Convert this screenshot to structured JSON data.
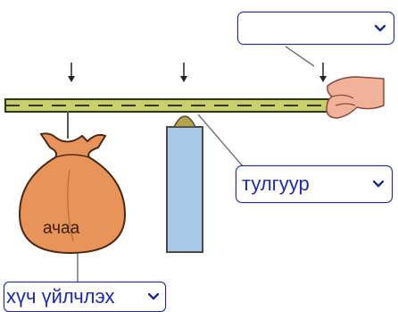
{
  "dropdowns": {
    "top": {
      "value": ""
    },
    "fulcrum": {
      "value": "тулгуур"
    },
    "force": {
      "value": "хүч үйлчлэх"
    }
  },
  "labels": {
    "load": "ачаа"
  },
  "icons": {
    "arrow": "down-arrow-icon",
    "chevron": "chevron-down-icon"
  },
  "colors": {
    "lever": "#c9cf6a",
    "dropdown_border": "#1f2a8a",
    "dropdown_text": "#1c2bb0",
    "pillar": "#a9c8e8",
    "sack": "#e8935a"
  }
}
